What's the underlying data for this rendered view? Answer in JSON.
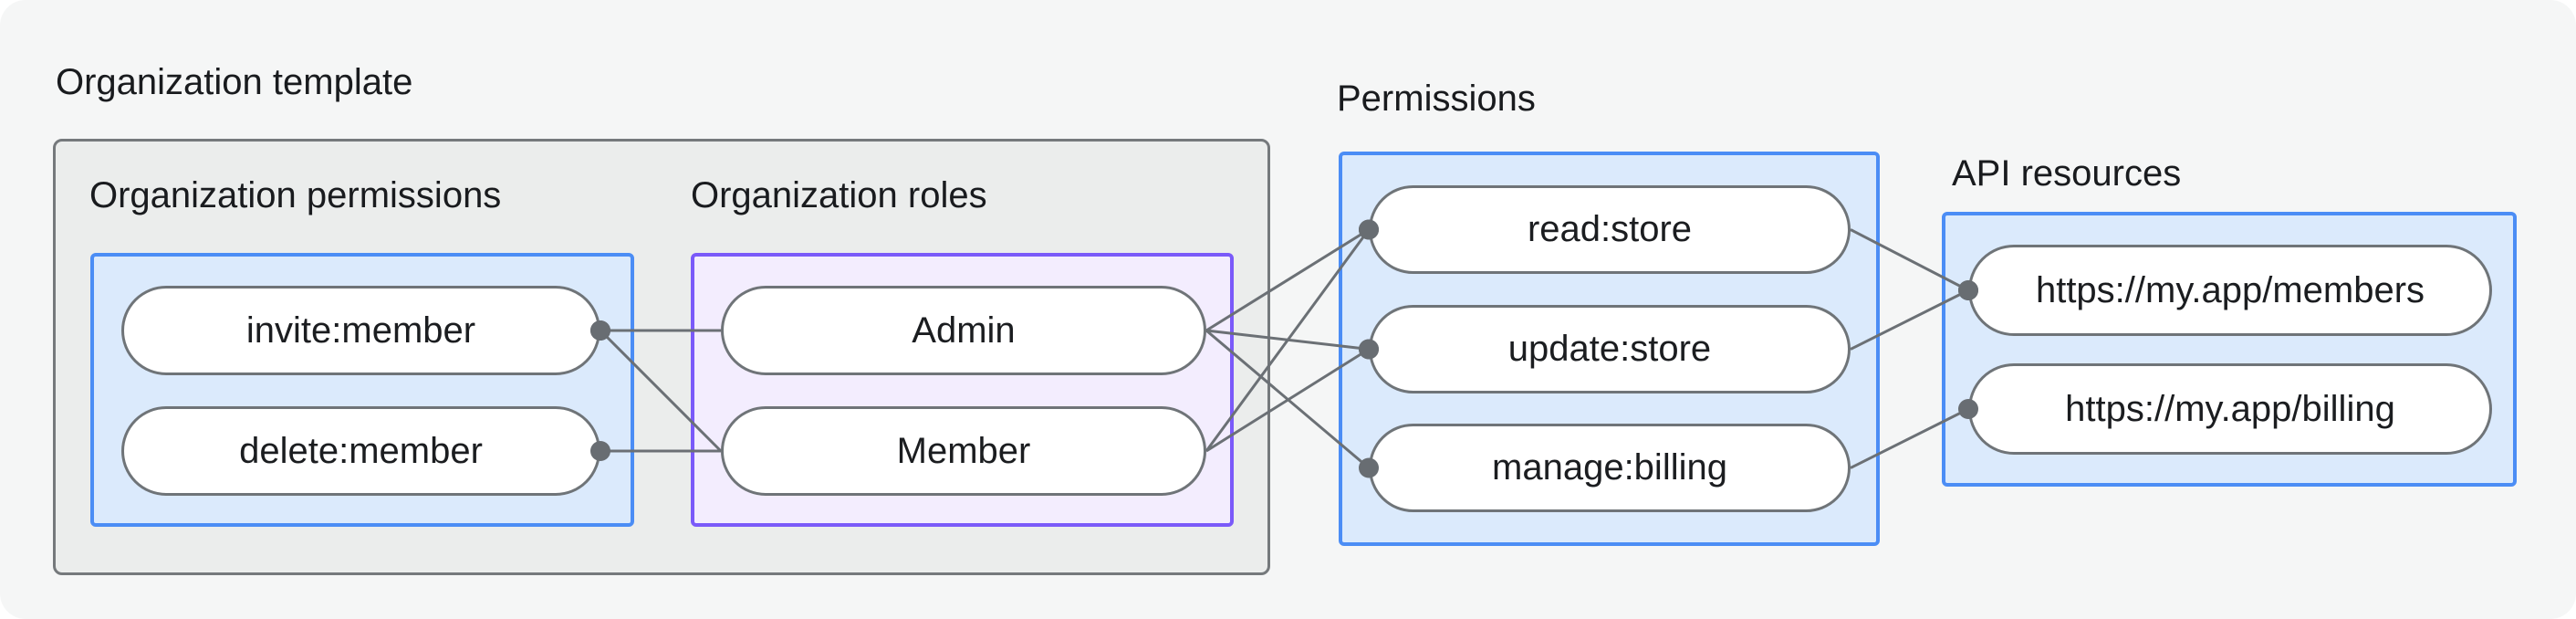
{
  "diagram_title": "Organization template",
  "groups": {
    "organization_template": {
      "label": "Organization template"
    },
    "organization_permissions": {
      "label": "Organization permissions"
    },
    "organization_roles": {
      "label": "Organization roles"
    },
    "permissions": {
      "label": "Permissions"
    },
    "api_resources": {
      "label": "API resources"
    }
  },
  "nodes": {
    "invite_member": {
      "label": "invite:member",
      "group": "organization_permissions"
    },
    "delete_member": {
      "label": "delete:member",
      "group": "organization_permissions"
    },
    "admin": {
      "label": "Admin",
      "group": "organization_roles"
    },
    "member": {
      "label": "Member",
      "group": "organization_roles"
    },
    "read_store": {
      "label": "read:store",
      "group": "permissions"
    },
    "update_store": {
      "label": "update:store",
      "group": "permissions"
    },
    "manage_billing": {
      "label": "manage:billing",
      "group": "permissions"
    },
    "api_members": {
      "label": "https://my.app/members",
      "group": "api_resources"
    },
    "api_billing": {
      "label": "https://my.app/billing",
      "group": "api_resources"
    }
  },
  "edges": [
    {
      "from": "invite_member",
      "to": "admin",
      "dot": "from"
    },
    {
      "from": "invite_member",
      "to": "member",
      "dot": "from"
    },
    {
      "from": "delete_member",
      "to": "member",
      "dot": "from"
    },
    {
      "from": "admin",
      "to": "read_store",
      "dot": "to"
    },
    {
      "from": "admin",
      "to": "update_store",
      "dot": "to"
    },
    {
      "from": "admin",
      "to": "manage_billing",
      "dot": "to"
    },
    {
      "from": "member",
      "to": "read_store",
      "dot": "to"
    },
    {
      "from": "member",
      "to": "update_store",
      "dot": "to"
    },
    {
      "from": "read_store",
      "to": "api_members",
      "dot": "to"
    },
    {
      "from": "update_store",
      "to": "api_members",
      "dot": "to"
    },
    {
      "from": "manage_billing",
      "to": "api_billing",
      "dot": "to"
    }
  ],
  "connector_style": {
    "line_color": "#6b7075",
    "line_width": 3,
    "dot_radius": 11,
    "dot_color": "#686d72"
  },
  "colors": {
    "canvas_background": "#f5f6f6",
    "outer_box_fill": "#ebedec",
    "outer_box_border": "#75797c",
    "blue_box_fill": "#dbeafc",
    "blue_box_border": "#4b8df5",
    "purple_box_fill": "#f3edfe",
    "purple_box_border": "#7a5af9",
    "pill_fill": "#ffffff",
    "pill_border": "#6f7478",
    "text": "#191b1e"
  }
}
